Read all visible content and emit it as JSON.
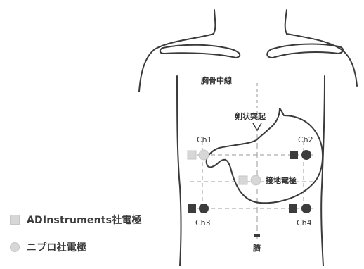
{
  "diagram": {
    "labels": {
      "midline": "胸骨中線",
      "xiphoid": "剣状突起",
      "ch1": "Ch1",
      "ch2": "Ch2",
      "ch3": "Ch3",
      "ch4": "Ch4",
      "ground": "接地電極",
      "navel": "臍"
    },
    "legend": {
      "square_label": "ADInstruments社電極",
      "circle_label": "ニプロ社電極"
    },
    "colors": {
      "outline": "#3a3a3a",
      "dark_electrode": "#3c3c3c",
      "light_electrode": "#d7d7d7",
      "grid": "#9a9a9a"
    }
  }
}
